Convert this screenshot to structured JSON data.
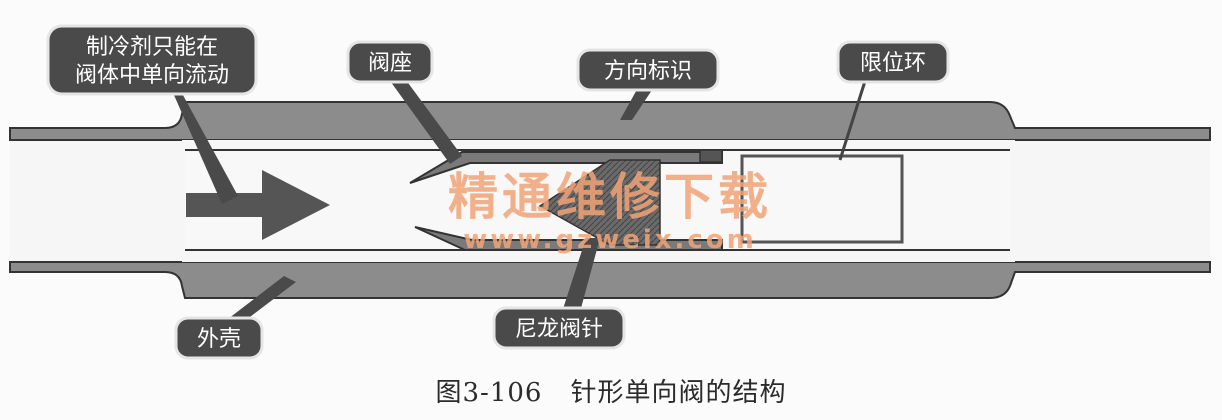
{
  "labels": {
    "flow_note_line1": "制冷剂只能在",
    "flow_note_line2": "阀体中单向流动",
    "valve_seat": "阀座",
    "direction_mark": "方向标识",
    "limit_ring": "限位环",
    "housing": "外壳",
    "nylon_needle": "尼龙阀针"
  },
  "watermark": {
    "title": "精通维修下载",
    "url": "www.gzweix.com",
    "color": "#f2a477"
  },
  "caption": {
    "number": "图3-106",
    "text": "针形单向阀的结构"
  },
  "colors": {
    "label_box": "#4a4a4a",
    "label_text": "#ffffff",
    "pipe_wall": "#8c8c8c",
    "outline": "#3a3a3a",
    "needle": "#5a5a5a"
  }
}
